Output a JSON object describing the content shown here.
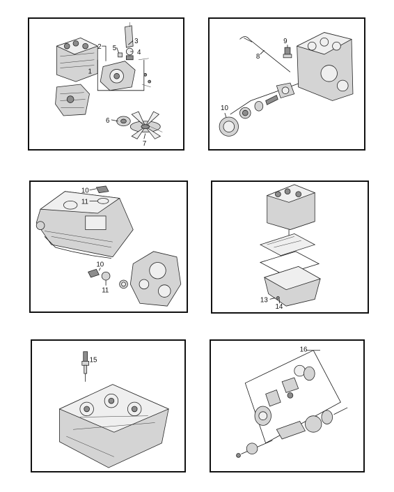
{
  "callouts": {
    "p1": [
      "1",
      "2",
      "3",
      "4",
      "5",
      "6",
      "7"
    ],
    "p2": [
      "8",
      "9",
      "10"
    ],
    "p3": [
      "10",
      "11",
      "10",
      "11"
    ],
    "p4": [
      "13",
      "14"
    ],
    "p5": [
      "15"
    ],
    "p6": [
      "16"
    ]
  }
}
